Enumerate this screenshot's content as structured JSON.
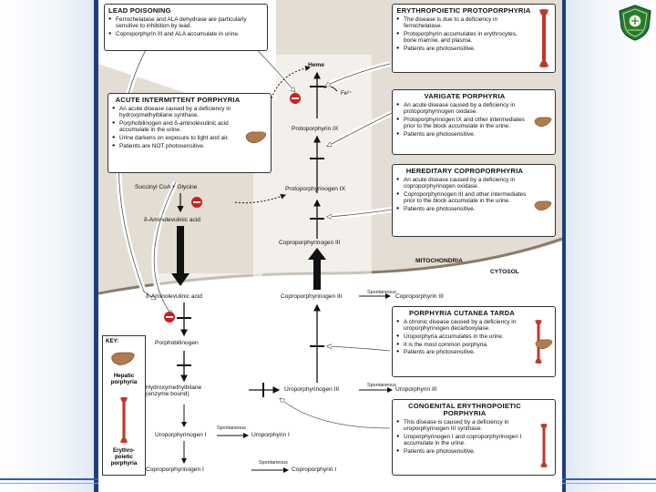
{
  "logo": {
    "icon": "university-crest-icon",
    "color": "#1e7d3a"
  },
  "colors": {
    "arrow_dark": "#111111",
    "inhibit": "#cc1f1f",
    "bone": "#c0392b",
    "liver": "#b07a4a",
    "band": "#e4ddd3"
  },
  "boxes": {
    "lead": {
      "title": "LEAD POISONING",
      "items": [
        "Ferrochelatase and ALA dehydrase are particularly sensitive to inhibition by lead.",
        "Coproporphyrin III and ALA accumulate in urine."
      ]
    },
    "erythro_proto": {
      "title": "ERYTHROPOIETIC PROTOPORPHYRIA",
      "items": [
        "The disease is due to a deficiency in ferrochelatase.",
        "Protoporphyrin accumulates in erythrocytes, bone marrow, and plasma.",
        "Patients are photosensitive."
      ]
    },
    "acute": {
      "title": "ACUTE INTERMITTENT PORPHYRIA",
      "items": [
        "An acute disease caused by a deficiency in hydroxymethylbilane synthase.",
        "Porphobilinogen and δ-aminolevulinic acid accumulate in the urine.",
        "Urine darkens on exposure to light and air.",
        "Patients are NOT photosensitive."
      ]
    },
    "variegate": {
      "title": "VARIGATE PORPHYRIA",
      "items": [
        "An acute disease caused by a deficiency in protoporphyrinogen oxidase.",
        "Protoporphyrinogen IX and other intermediates prior to the block accumulate in the urine.",
        "Patients are photosensitive."
      ]
    },
    "hereditary": {
      "title": "HEREDITARY COPROPORPHYRIA",
      "items": [
        "An acute disease caused by a deficiency in coproporphyrinogen oxidase.",
        "Coproporphyrinogen III and other intermediates prior to the block accumulate in the urine.",
        "Patients are photosensitive."
      ]
    },
    "cutanea": {
      "title": "PORPHYRIA CUTANEA TARDA",
      "items": [
        "A chronic disease caused by a deficiency in uroporphyrinogen decarboxylase.",
        "Uroporphyria accumulates in the urine.",
        "It is the most common porphyria.",
        "Patients are photosensitive."
      ]
    },
    "congenital": {
      "title": "CONGENITAL ERYTHROPOIETIC PORPHYRIA",
      "items": [
        "This disease is caused by a deficiency in uroporphyrinogen III synthase.",
        "Uroporphyrinogen I and coproporphyrinogen I accumulate in the urine.",
        "Patients are photosensitive."
      ]
    }
  },
  "pathway": {
    "heme": "Heme",
    "fe": "Fe²⁺",
    "proto_ix": "Protoporphyrin IX",
    "protogen_ix": "Protoporphyrinogen IX",
    "coprogen_iii_mito": "Coproporphyrinogen III",
    "succinyl": "Succinyl CoA + Glycine",
    "ala_mito": "δ-Aminolevulinic acid",
    "mitochondria": "MITOCHONDRIA",
    "cytosol": "CYTOSOL",
    "ala_cyto": "δ-Aminolevulinic acid",
    "pbg": "Porphobilinogen",
    "hmb": "Hydroxymethylbilane (enzyme bound)",
    "urogen_iii": "Uroporphyrinogen III",
    "urogen_i": "Uroporphyrinogen I",
    "uro_i": "Uroporphyrin I",
    "coprogen_iii_cyto": "Coproporphyrinogen III",
    "copro_iii": "Coproporphyrin III",
    "uro_iii": "Uroporphyrin III",
    "coprogen_i": "Coproporphyrinogen I",
    "copro_i": "Coproporphyrin I",
    "spont": "Spontaneous"
  },
  "key": {
    "title": "KEY:",
    "hepatic": "Hepatic porphyria",
    "erythro": "Erythro-poietic porphyria"
  }
}
